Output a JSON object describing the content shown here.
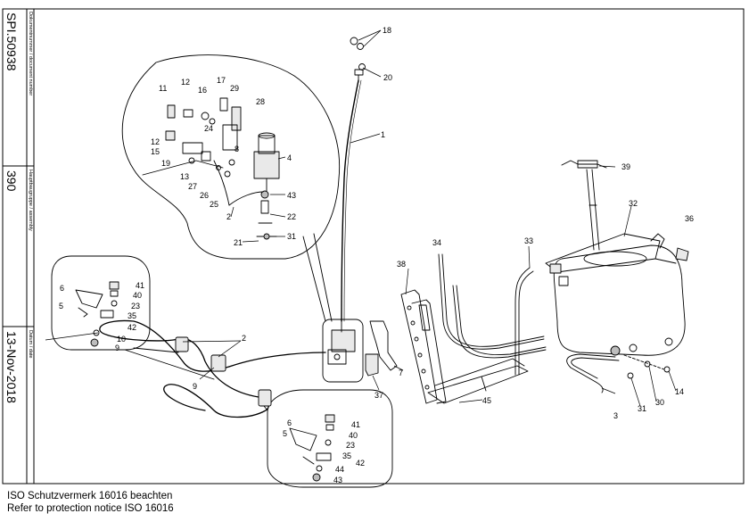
{
  "title_block": {
    "doc_number_label": "Dokumentnummer / document number",
    "doc_number": "SPI.50938",
    "assembly_label": "Hauptbaugruppe / assembly",
    "assembly": "390",
    "date_label": "Datum / date",
    "date": "13-Nov-2018"
  },
  "footer": {
    "notice_de": "ISO Schutzvermerk 16016 beachten",
    "notice_en": "Refer to protection notice ISO 16016"
  },
  "callouts": [
    "1",
    "2",
    "3",
    "4",
    "5",
    "6",
    "7",
    "8",
    "9",
    "10",
    "11",
    "12",
    "13",
    "14",
    "15",
    "16",
    "17",
    "18",
    "19",
    "20",
    "21",
    "22",
    "23",
    "24",
    "25",
    "26",
    "27",
    "28",
    "29",
    "30",
    "31",
    "32",
    "33",
    "34",
    "35",
    "36",
    "37",
    "38",
    "39",
    "40",
    "41",
    "42",
    "43",
    "44",
    "45"
  ],
  "colors": {
    "line": "#000000",
    "paper": "#ffffff",
    "fill_light": "#e9e9e9",
    "fill_mid": "#bdbdbd"
  }
}
